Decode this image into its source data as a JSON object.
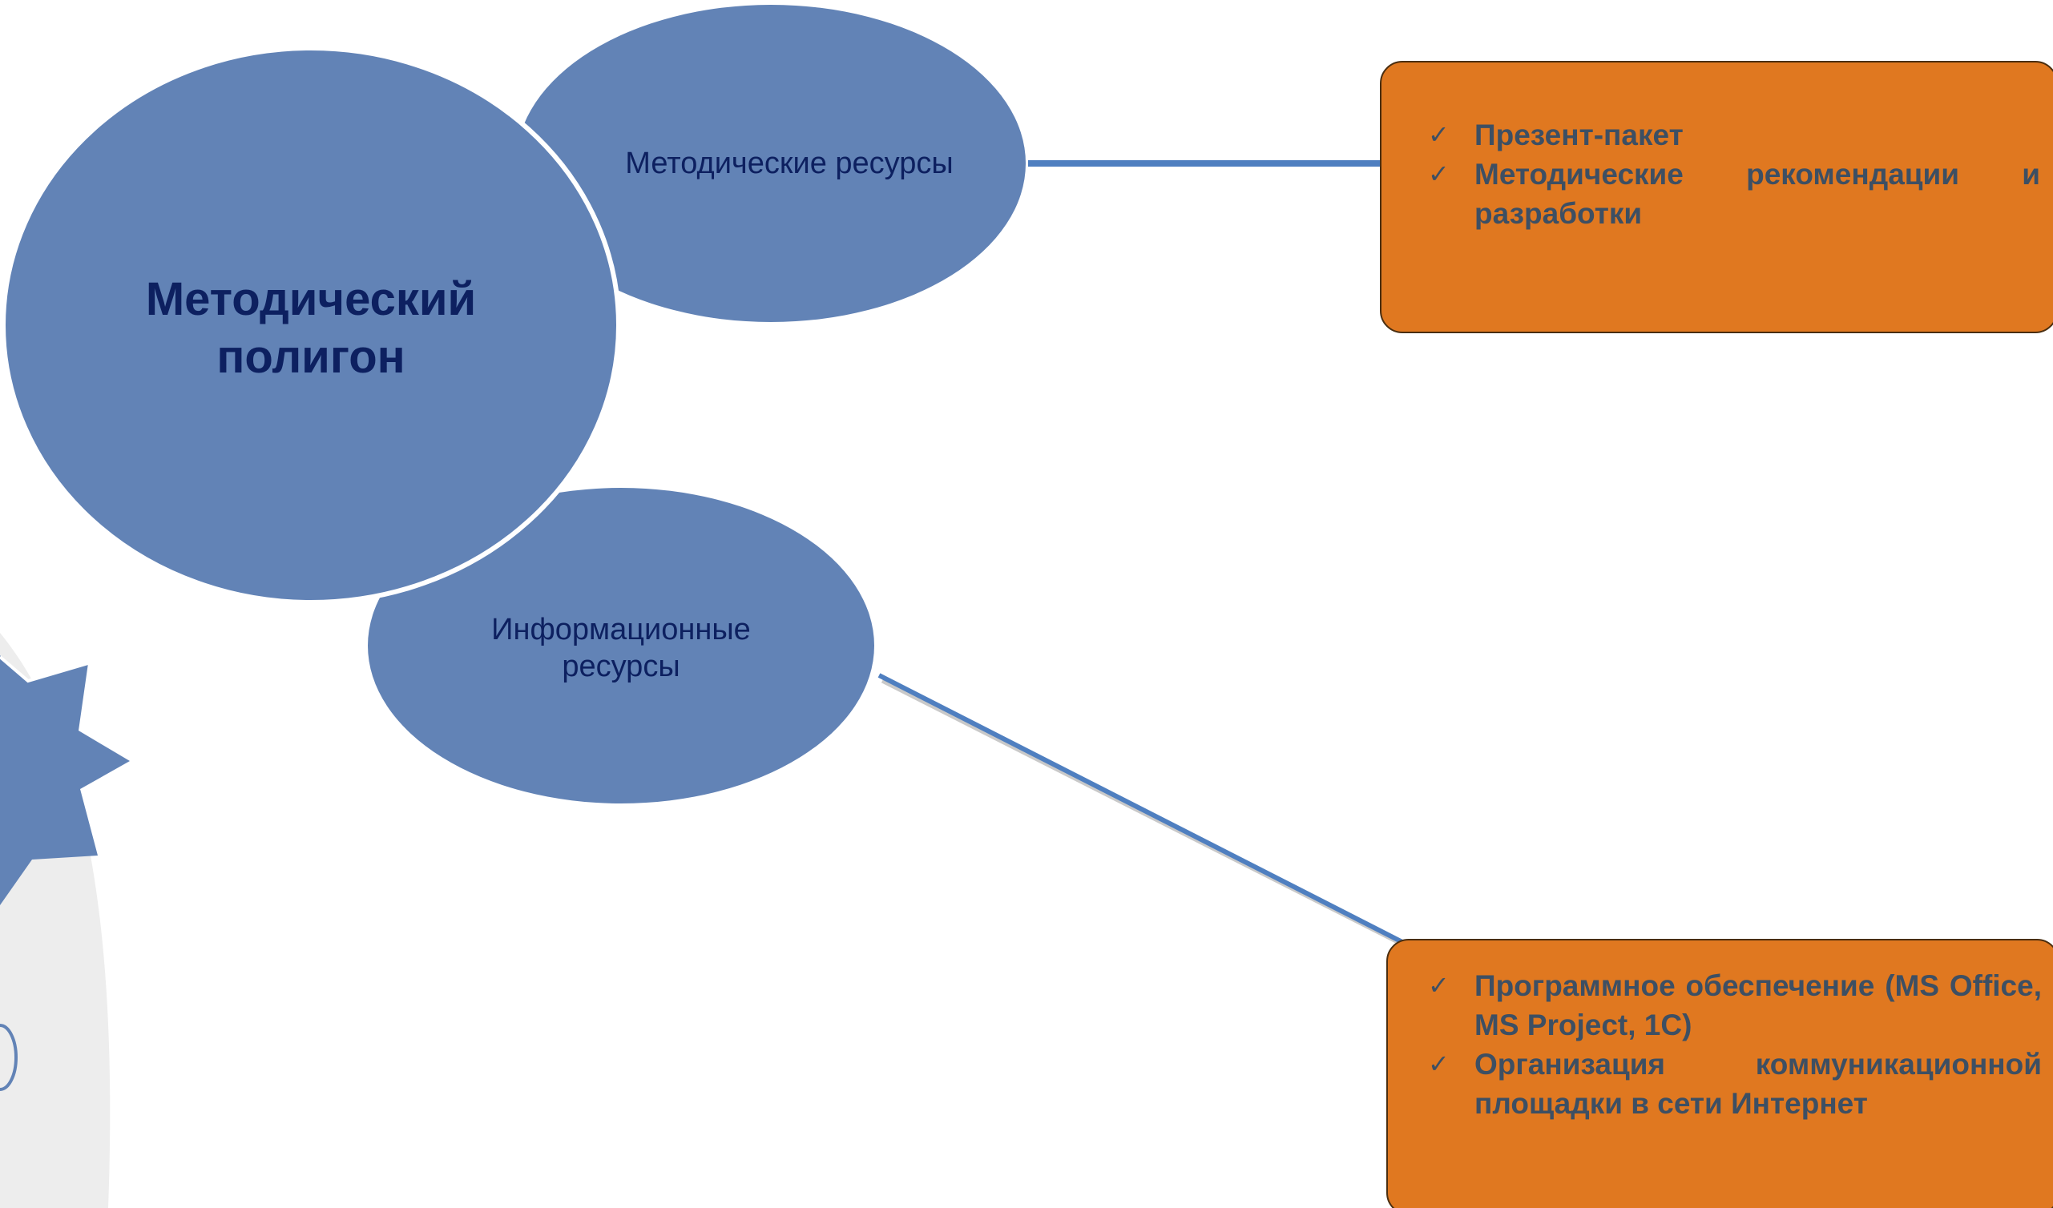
{
  "diagram": {
    "central_node": {
      "title": "Методический полигон"
    },
    "nodes": [
      {
        "label": "Методические ресурсы"
      },
      {
        "label": "Информационные ресурсы"
      }
    ],
    "callouts": [
      {
        "items": [
          "Презент-пакет",
          "Методические рекомендации и разработки"
        ]
      },
      {
        "items": [
          "Программное обеспечение (MS Office, MS Project, 1С)",
          "Организация коммуникационной площадки в сети Интернет"
        ]
      }
    ],
    "check_glyph": "✓",
    "colors": {
      "ellipse_fill": "#6283b6",
      "node_text": "#0d2060",
      "callout_fill": "#e07820",
      "callout_text": "#3d4f63",
      "connector": "#4f7fc0"
    }
  }
}
